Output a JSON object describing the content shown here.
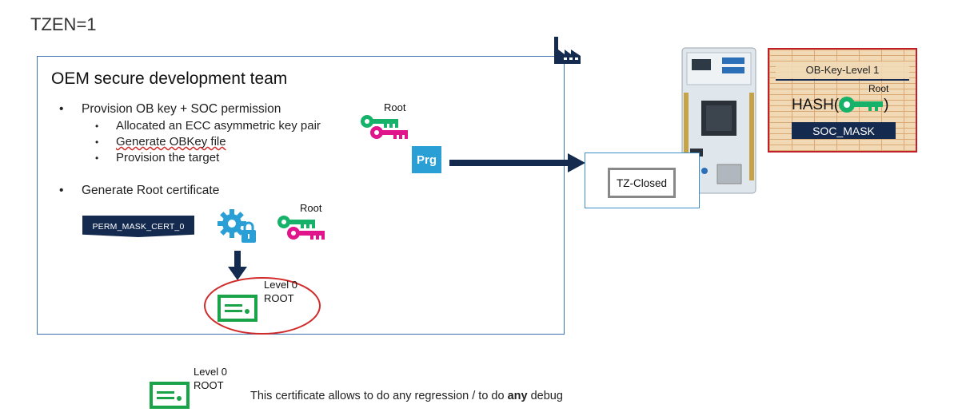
{
  "header": {
    "tzen_label": "TZEN=1"
  },
  "oem_panel": {
    "title": "OEM secure development team",
    "bullets": [
      {
        "text": "Provision OB key + SOC permission",
        "subitems": [
          "Allocated an ECC asymmetric key pair",
          "Generate OBKey file",
          "Provision the target"
        ]
      },
      {
        "text": "Generate Root certificate",
        "subitems": []
      }
    ],
    "key_label_top": "Root",
    "key_label_mid": "Root",
    "prg_label": "Prg",
    "perm_mask_label": "PERM_MASK_CERT_0",
    "cert_level": "Level 0",
    "cert_name": "ROOT"
  },
  "target": {
    "status_label": "TZ-Closed"
  },
  "ob_key_panel": {
    "title": "OB-Key-Level 1",
    "hash_prefix": "HASH(",
    "hash_suffix": ")",
    "key_label": "Root",
    "soc_mask_label": "SOC_MASK"
  },
  "legend": {
    "cert_level": "Level 0",
    "cert_name": "ROOT",
    "description_prefix": "This certificate allows to do any regression / to do ",
    "description_bold": "any",
    "description_suffix": " debug"
  },
  "colors": {
    "key_green": "#17b26a",
    "key_magenta": "#e0158c",
    "cert_green": "#1ba34a",
    "navy": "#142b4f",
    "prg_blue": "#2a9fd6",
    "highlight_red": "#d12b2b"
  }
}
